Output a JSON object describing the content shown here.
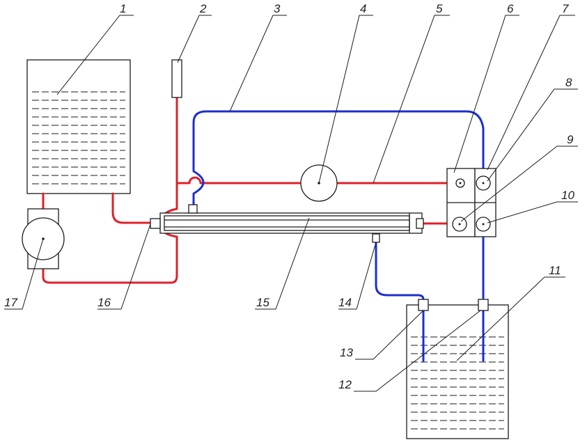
{
  "diagram": {
    "labels": [
      "1",
      "2",
      "3",
      "4",
      "5",
      "6",
      "7",
      "8",
      "9",
      "10",
      "11",
      "12",
      "13",
      "14",
      "15",
      "16",
      "17"
    ],
    "colors": {
      "pressure_line": "#e0202a",
      "return_line": "#1c2fd0",
      "outline": "#1a1a1a"
    }
  }
}
